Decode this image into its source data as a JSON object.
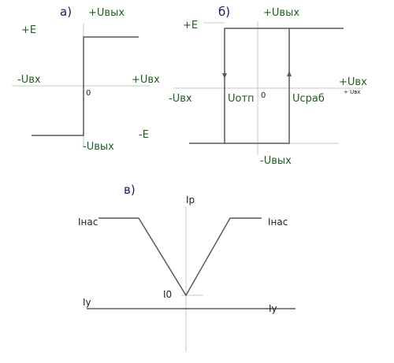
{
  "diagram_a": {
    "panel_label": "а)",
    "plus_e": "+E",
    "minus_e": "-E",
    "plus_u_out": "+Uвых",
    "minus_u_out": "-Uвых",
    "plus_u_in": "+Uвх",
    "minus_u_in": "-Uвх",
    "origin": "0"
  },
  "diagram_b": {
    "panel_label": "б)",
    "plus_e": "+E",
    "plus_u_out": "+Uвых",
    "minus_u_out": "-Uвых",
    "plus_u_in": "+Uвх",
    "minus_u_in": "-Uвх",
    "origin": "0",
    "u_release": "Uотп",
    "u_trigger": "Uсраб",
    "tiny_u_in": "+ Uвх"
  },
  "diagram_c": {
    "panel_label": "в)",
    "i_r": "Iр",
    "i_sat_left": "Iнас",
    "i_sat_right": "Iнас",
    "i_0": "I0",
    "i_y_left": "Iу",
    "i_y_right": "Iу"
  },
  "colors": {
    "green_labels": "#1f5f1f",
    "blue_labels": "#1a1a6a",
    "curve": "#5a5a5a",
    "axes": "#c9c9c9"
  }
}
